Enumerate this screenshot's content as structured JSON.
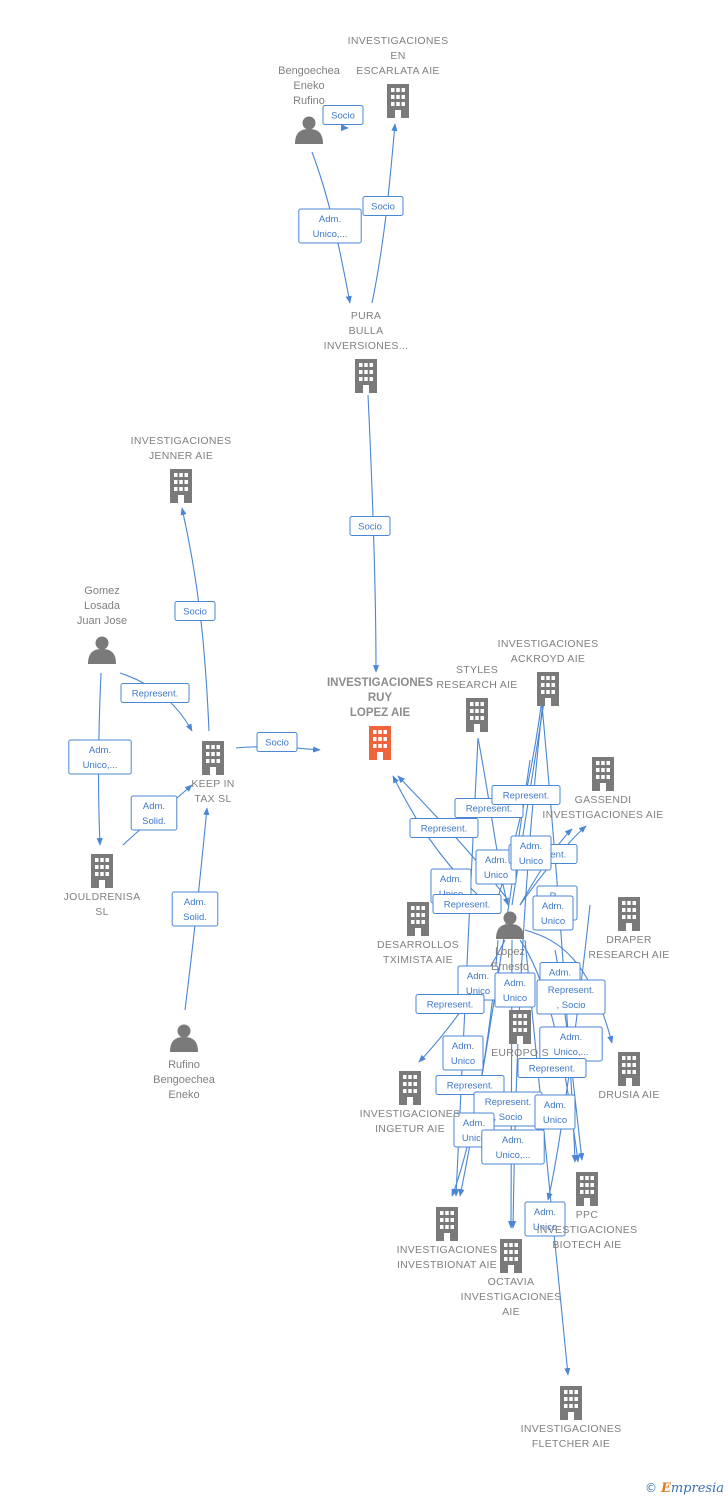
{
  "colors": {
    "edge": "#4a86d4",
    "node": "#7a7a7a",
    "focus": "#f0643c",
    "label": "#808080"
  },
  "footer": {
    "copyright": "©",
    "brand_initial": "E",
    "brand_rest": "mpresia"
  },
  "nodes": [
    {
      "id": "inv_escarlata",
      "type": "company",
      "label": [
        "INVESTIGACIONES",
        "EN",
        "ESCARLATA AIE"
      ]
    },
    {
      "id": "bengoechea_eneko_rufino",
      "type": "person",
      "label": [
        "Bengoechea",
        "Eneko",
        "Rufino"
      ]
    },
    {
      "id": "pura_bulla",
      "type": "company",
      "label": [
        "PURA",
        "BULLA",
        "INVERSIONES..."
      ]
    },
    {
      "id": "inv_jenner",
      "type": "company",
      "label": [
        "INVESTIGACIONES",
        "JENNER AIE"
      ]
    },
    {
      "id": "gomez_losada",
      "type": "person",
      "label": [
        "Gomez",
        "Losada",
        "Juan Jose"
      ]
    },
    {
      "id": "keep_in_tax",
      "type": "company",
      "label": [
        "KEEP IN",
        "TAX  SL"
      ]
    },
    {
      "id": "jouldrenisa",
      "type": "company",
      "label": [
        "JOULDRENISA",
        "SL"
      ]
    },
    {
      "id": "rufino_bengoechea_eneko",
      "type": "person",
      "label": [
        "Rufino",
        "Bengoechea",
        "Eneko"
      ]
    },
    {
      "id": "inv_ruy_lopez",
      "type": "focus",
      "label": [
        "INVESTIGACIONES",
        "RUY",
        "LOPEZ AIE"
      ]
    },
    {
      "id": "styles",
      "type": "company",
      "label": [
        "STYLES",
        "RESEARCH AIE"
      ]
    },
    {
      "id": "inv_ackroyd",
      "type": "company",
      "label": [
        "INVESTIGACIONES",
        "ACKROYD AIE"
      ]
    },
    {
      "id": "gassendi",
      "type": "company",
      "label": [
        "GASSENDI",
        "INVESTIGACIONES AIE"
      ]
    },
    {
      "id": "desarrollos_txi",
      "type": "company",
      "label": [
        "DESARROLLOS",
        "TXIMISTA AIE"
      ]
    },
    {
      "id": "lopez_person",
      "type": "person",
      "label": [
        "Lopez",
        "Ernesto"
      ]
    },
    {
      "id": "draper",
      "type": "company",
      "label": [
        "DRAPER",
        "RESEARCH AIE"
      ]
    },
    {
      "id": "europo",
      "type": "company",
      "label": [
        "EUROPO  S"
      ]
    },
    {
      "id": "drusia",
      "type": "company",
      "label": [
        "DRUSIA  AIE"
      ]
    },
    {
      "id": "inv_ingetur",
      "type": "company",
      "label": [
        "INVESTIGACIONES",
        "INGETUR AIE"
      ]
    },
    {
      "id": "ppc",
      "type": "company",
      "label": [
        "PPC",
        "INVESTIGACIONES",
        "BIOTECH  AIE"
      ]
    },
    {
      "id": "inv_investbionat",
      "type": "company",
      "label": [
        "INVESTIGACIONES",
        "INVESTBIONAT AIE"
      ]
    },
    {
      "id": "octavia",
      "type": "company",
      "label": [
        "OCTAVIA",
        "INVESTIGACIONES",
        "AIE"
      ]
    },
    {
      "id": "inv_fletcher",
      "type": "company",
      "label": [
        "INVESTIGACIONES",
        "FLETCHER AIE"
      ]
    }
  ],
  "edge_labels": [
    [
      "Socio"
    ],
    [
      "Adm.",
      "Unico,..."
    ],
    [
      "Socio"
    ],
    [
      "Socio"
    ],
    [
      "Socio"
    ],
    [
      "Represent."
    ],
    [
      "Adm.",
      "Unico,..."
    ],
    [
      "Adm.",
      "Solid."
    ],
    [
      "Adm.",
      "Solid."
    ],
    [
      "Socio"
    ],
    [
      "Represent."
    ],
    [
      "Represent."
    ],
    [
      "Represent."
    ],
    [
      "Adm.",
      "Unico"
    ],
    [
      "Represent."
    ],
    [
      "Adm.",
      "Unico"
    ],
    [
      "Represent."
    ],
    [
      "Adm.",
      "Unico"
    ],
    [
      "R...",
      "..."
    ],
    [
      "Adm.",
      "Unico"
    ],
    [
      "Adm."
    ],
    [
      "Adm.",
      "Unico"
    ],
    [
      "Represent.",
      ", Socio"
    ],
    [
      "Represent."
    ],
    [
      "Adm.",
      "Unico"
    ],
    [
      "Adm.",
      "Unico,..."
    ],
    [
      "Represent."
    ],
    [
      "Represent."
    ],
    [
      "Represent.",
      ", Socio"
    ],
    [
      "Adm.",
      "Unico"
    ],
    [
      "Adm.",
      "Unico"
    ],
    [
      "Adm.",
      "Unico,..."
    ],
    [
      "Adm.",
      "Unico"
    ],
    [
      "Adm.",
      "Unico"
    ]
  ]
}
